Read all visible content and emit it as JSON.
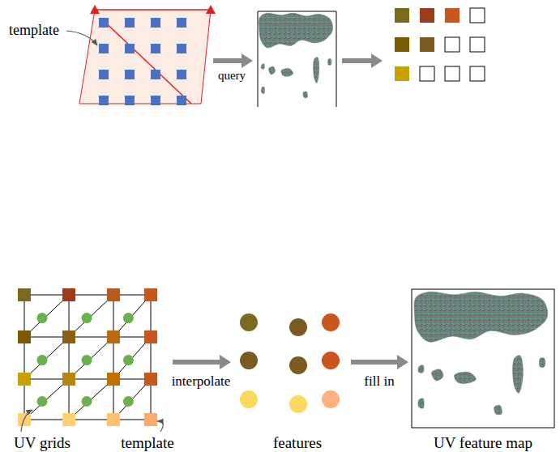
{
  "diagram": {
    "labels": [
      "template",
      "query",
      "interpolate",
      "fill in",
      "UV grids",
      "template",
      "features",
      "UV feature map"
    ]
  }
}
